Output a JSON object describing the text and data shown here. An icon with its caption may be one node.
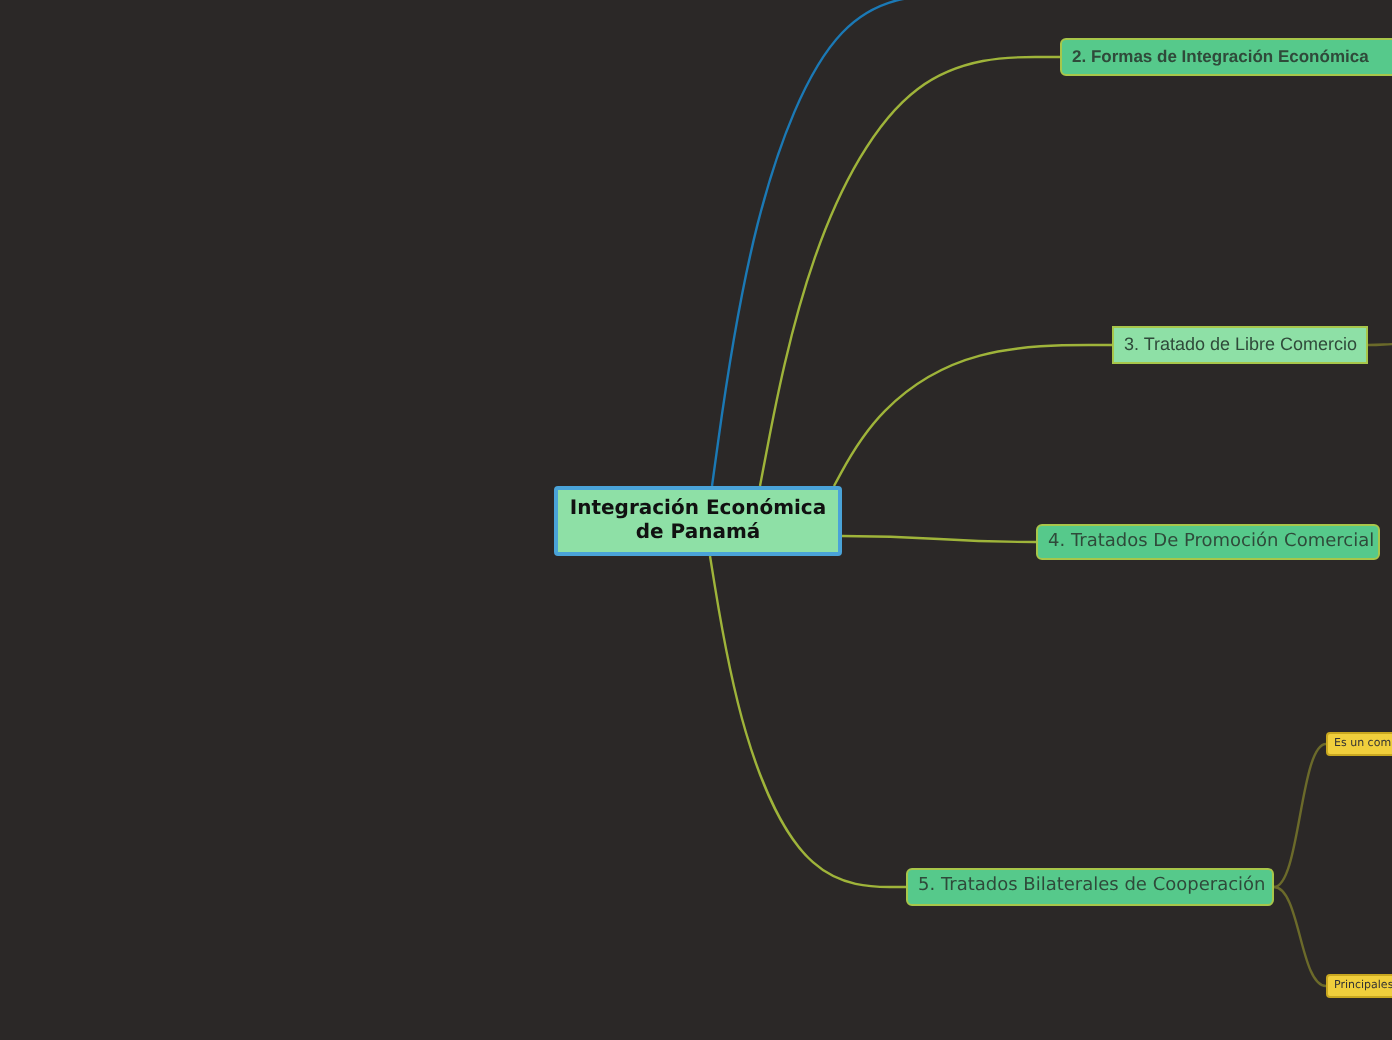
{
  "diagram": {
    "nodes": [
      {
        "text": [
          "Integración Económica de Panamá"
        ]
      },
      {
        "text": [
          "2. Formas de Integración Económica"
        ]
      },
      {
        "text": [
          "3. Tratado de Libre Comercio"
        ]
      },
      {
        "text": [
          "4. Tratados De Promoción Comercial"
        ]
      },
      {
        "text": [
          "5. Tratados Bilaterales de Cooperación"
        ]
      },
      {
        "text": [
          "Es un com"
        ]
      },
      {
        "text": [
          "Principales"
        ]
      }
    ],
    "edges": [
      {
        "from": 0,
        "to": null,
        "arrow": "none",
        "color": "#1b79b5"
      },
      {
        "from": 0,
        "to": 1,
        "arrow": "none"
      },
      {
        "from": 0,
        "to": 2,
        "arrow": "none"
      },
      {
        "from": 0,
        "to": 3,
        "arrow": "none"
      },
      {
        "from": 0,
        "to": 4,
        "arrow": "none"
      },
      {
        "from": 2,
        "to": null,
        "arrow": "none",
        "color": "#6b6a2a"
      },
      {
        "from": 4,
        "to": 5,
        "arrow": "none",
        "color": "#6b6a2a"
      },
      {
        "from": 4,
        "to": 6,
        "arrow": "none",
        "color": "#6b6a2a"
      }
    ]
  }
}
